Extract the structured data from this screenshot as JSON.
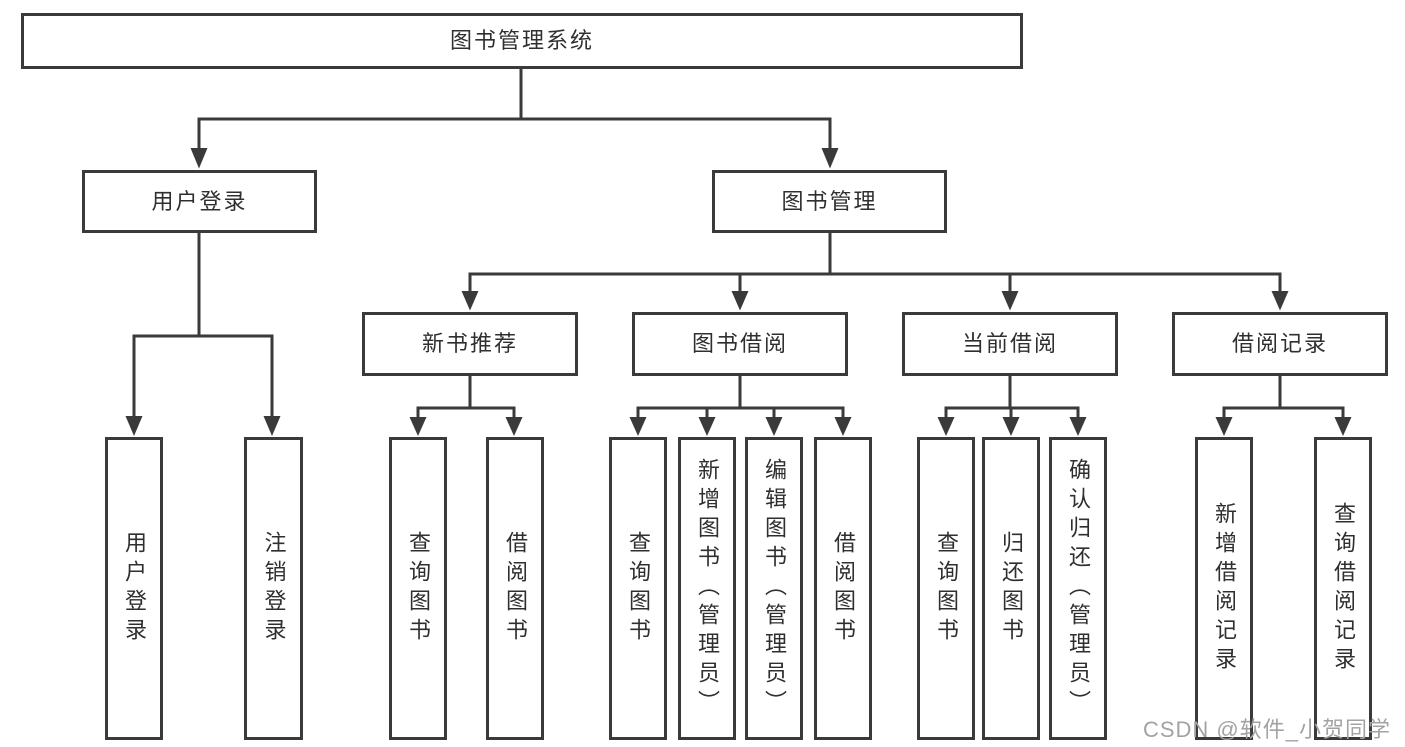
{
  "diagram": {
    "title": "图书管理系统",
    "level1": [
      "用户登录",
      "图书管理"
    ],
    "level2": [
      "新书推荐",
      "图书借阅",
      "当前借阅",
      "借阅记录"
    ],
    "leaves": {
      "user_login": [
        "用户登录",
        "注销登录"
      ],
      "new_book_recommend": [
        "查询图书",
        "借阅图书"
      ],
      "book_borrow": [
        "查询图书",
        "新增图书（管理员）",
        "编辑图书（管理员）",
        "借阅图书"
      ],
      "current_borrow": [
        "查询图书",
        "归还图书",
        "确认归还（管理员）"
      ],
      "borrow_records": [
        "新增借阅记录",
        "查询借阅记录"
      ]
    },
    "watermark": "CSDN @软件_小贺同学",
    "colors": {
      "line": "#3a3a3a",
      "text": "#2f2f2f",
      "watermark": "#a3a3a3",
      "background": "#ffffff"
    }
  }
}
